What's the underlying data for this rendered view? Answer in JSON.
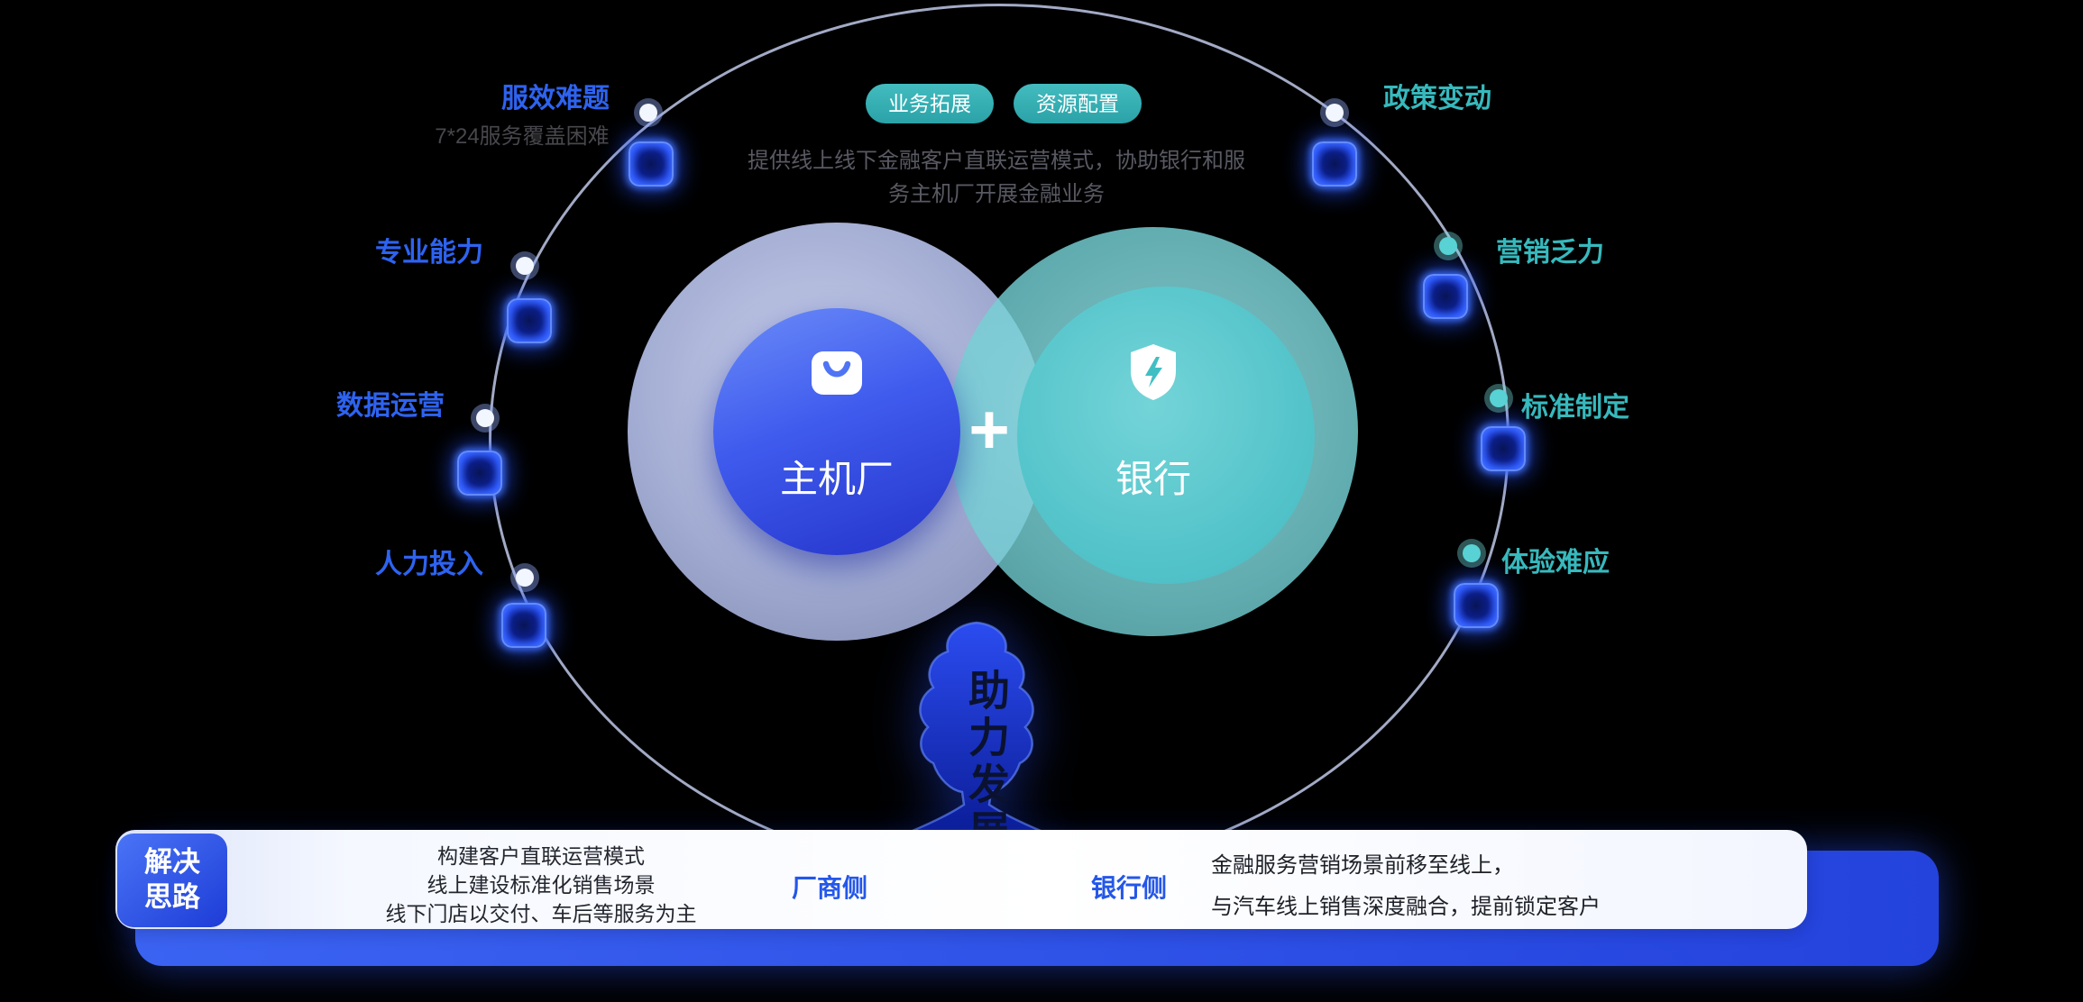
{
  "palette": {
    "background": "#000000",
    "accent_blue": "#2e63f0",
    "accent_teal": "#37b9bd",
    "pill_teal": "#2fa9ad",
    "circle_blue": "#3f5bee",
    "circle_teal": "#55c5cb",
    "glow_blue": "#2247f0",
    "badge_blue": "#2b52ea",
    "gray_description": "#595963",
    "gray_subtitle": "#47474d",
    "dark_text": "#1d2027"
  },
  "orbit": {
    "left_items": [
      {
        "title": "服效难题",
        "subtitle": "7*24服务覆盖困难"
      },
      {
        "title": "专业能力"
      },
      {
        "title": "数据运营"
      },
      {
        "title": "人力投入"
      }
    ],
    "right_items": [
      {
        "title": "政策变动"
      },
      {
        "title": "营销乏力"
      },
      {
        "title": "标准制定"
      },
      {
        "title": "体验难应"
      }
    ]
  },
  "header": {
    "pills": [
      {
        "label": "业务拓展"
      },
      {
        "label": "资源配置"
      }
    ],
    "description_line1": "提供线上线下金融客户直联运营模式，协助银行和服",
    "description_line2": "务主机厂开展金融业务"
  },
  "venn": {
    "factory_label": "主机厂",
    "bank_label": "银行",
    "plus": "+",
    "factory_icon": "shopping-bag-icon",
    "bank_icon": "shield-bolt-icon"
  },
  "trunk": {
    "chars": "助力发展"
  },
  "solution": {
    "badge_line1": "解决",
    "badge_line2": "思路",
    "factory_lines": [
      "构建客户直联运营模式",
      "线上建设标准化销售场景",
      "线下门店以交付、车后等服务为主"
    ],
    "factory_side_label": "厂商侧",
    "bank_side_label": "银行侧",
    "bank_lines": [
      "金融服务营销场景前移至线上，",
      "与汽车线上销售深度融合，提前锁定客户"
    ]
  }
}
